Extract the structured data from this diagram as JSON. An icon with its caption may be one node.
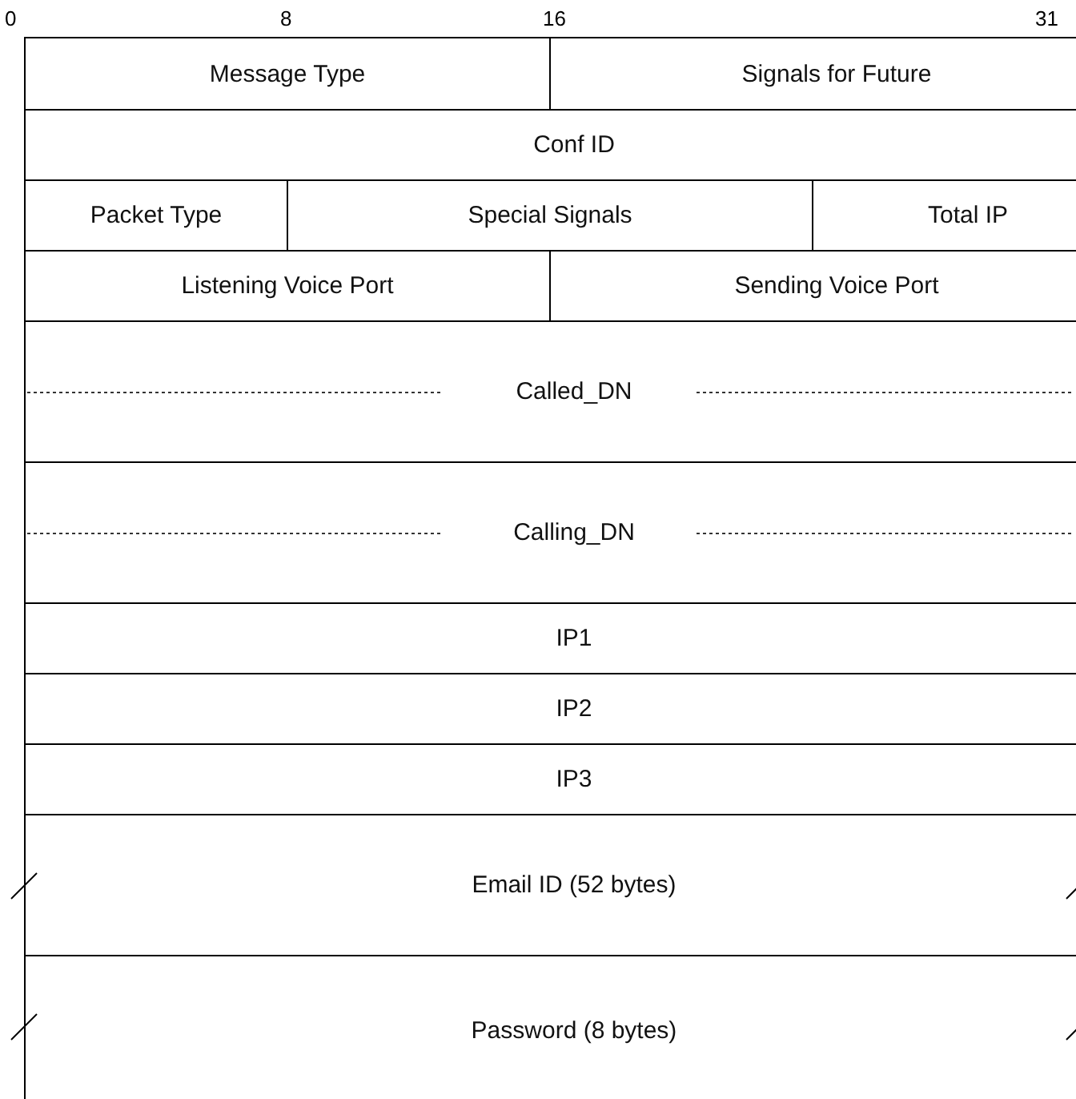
{
  "diagram": {
    "nodes": [
      {
        "text": [
          "Message Type"
        ]
      },
      {
        "text": [
          "Signals for Future"
        ]
      },
      {
        "text": [
          "Conf ID"
        ]
      },
      {
        "text": [
          "Packet Type"
        ]
      },
      {
        "text": [
          "Special Signals"
        ]
      },
      {
        "text": [
          "Total IP"
        ]
      },
      {
        "text": [
          "Listening Voice Port"
        ]
      },
      {
        "text": [
          "Sending Voice Port"
        ]
      },
      {
        "text": [
          "Called_DN"
        ]
      },
      {
        "text": [
          "Calling_DN"
        ]
      },
      {
        "text": [
          "IP1"
        ]
      },
      {
        "text": [
          "IP2"
        ]
      },
      {
        "text": [
          "IP3"
        ]
      },
      {
        "text": [
          "Email ID (52 bytes)"
        ]
      },
      {
        "text": [
          "Password (8 bytes)"
        ]
      }
    ],
    "edges": [],
    "labels": [
      "0",
      "8",
      "16",
      "31"
    ]
  }
}
